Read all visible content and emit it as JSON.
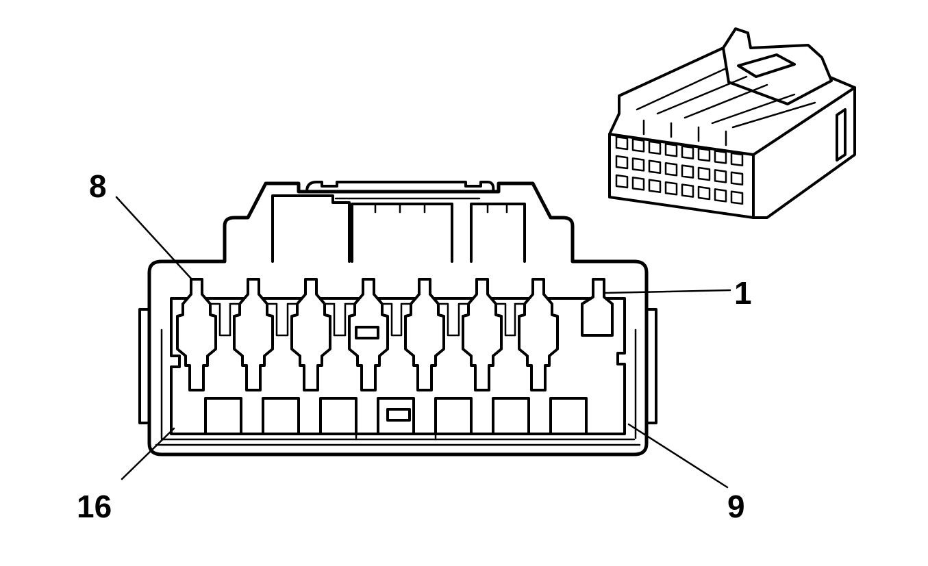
{
  "colors": {
    "line": "#000000",
    "background": "#ffffff"
  },
  "pin_labels": {
    "pin_8": "8",
    "pin_1": "1",
    "pin_16": "16",
    "pin_9": "9"
  }
}
